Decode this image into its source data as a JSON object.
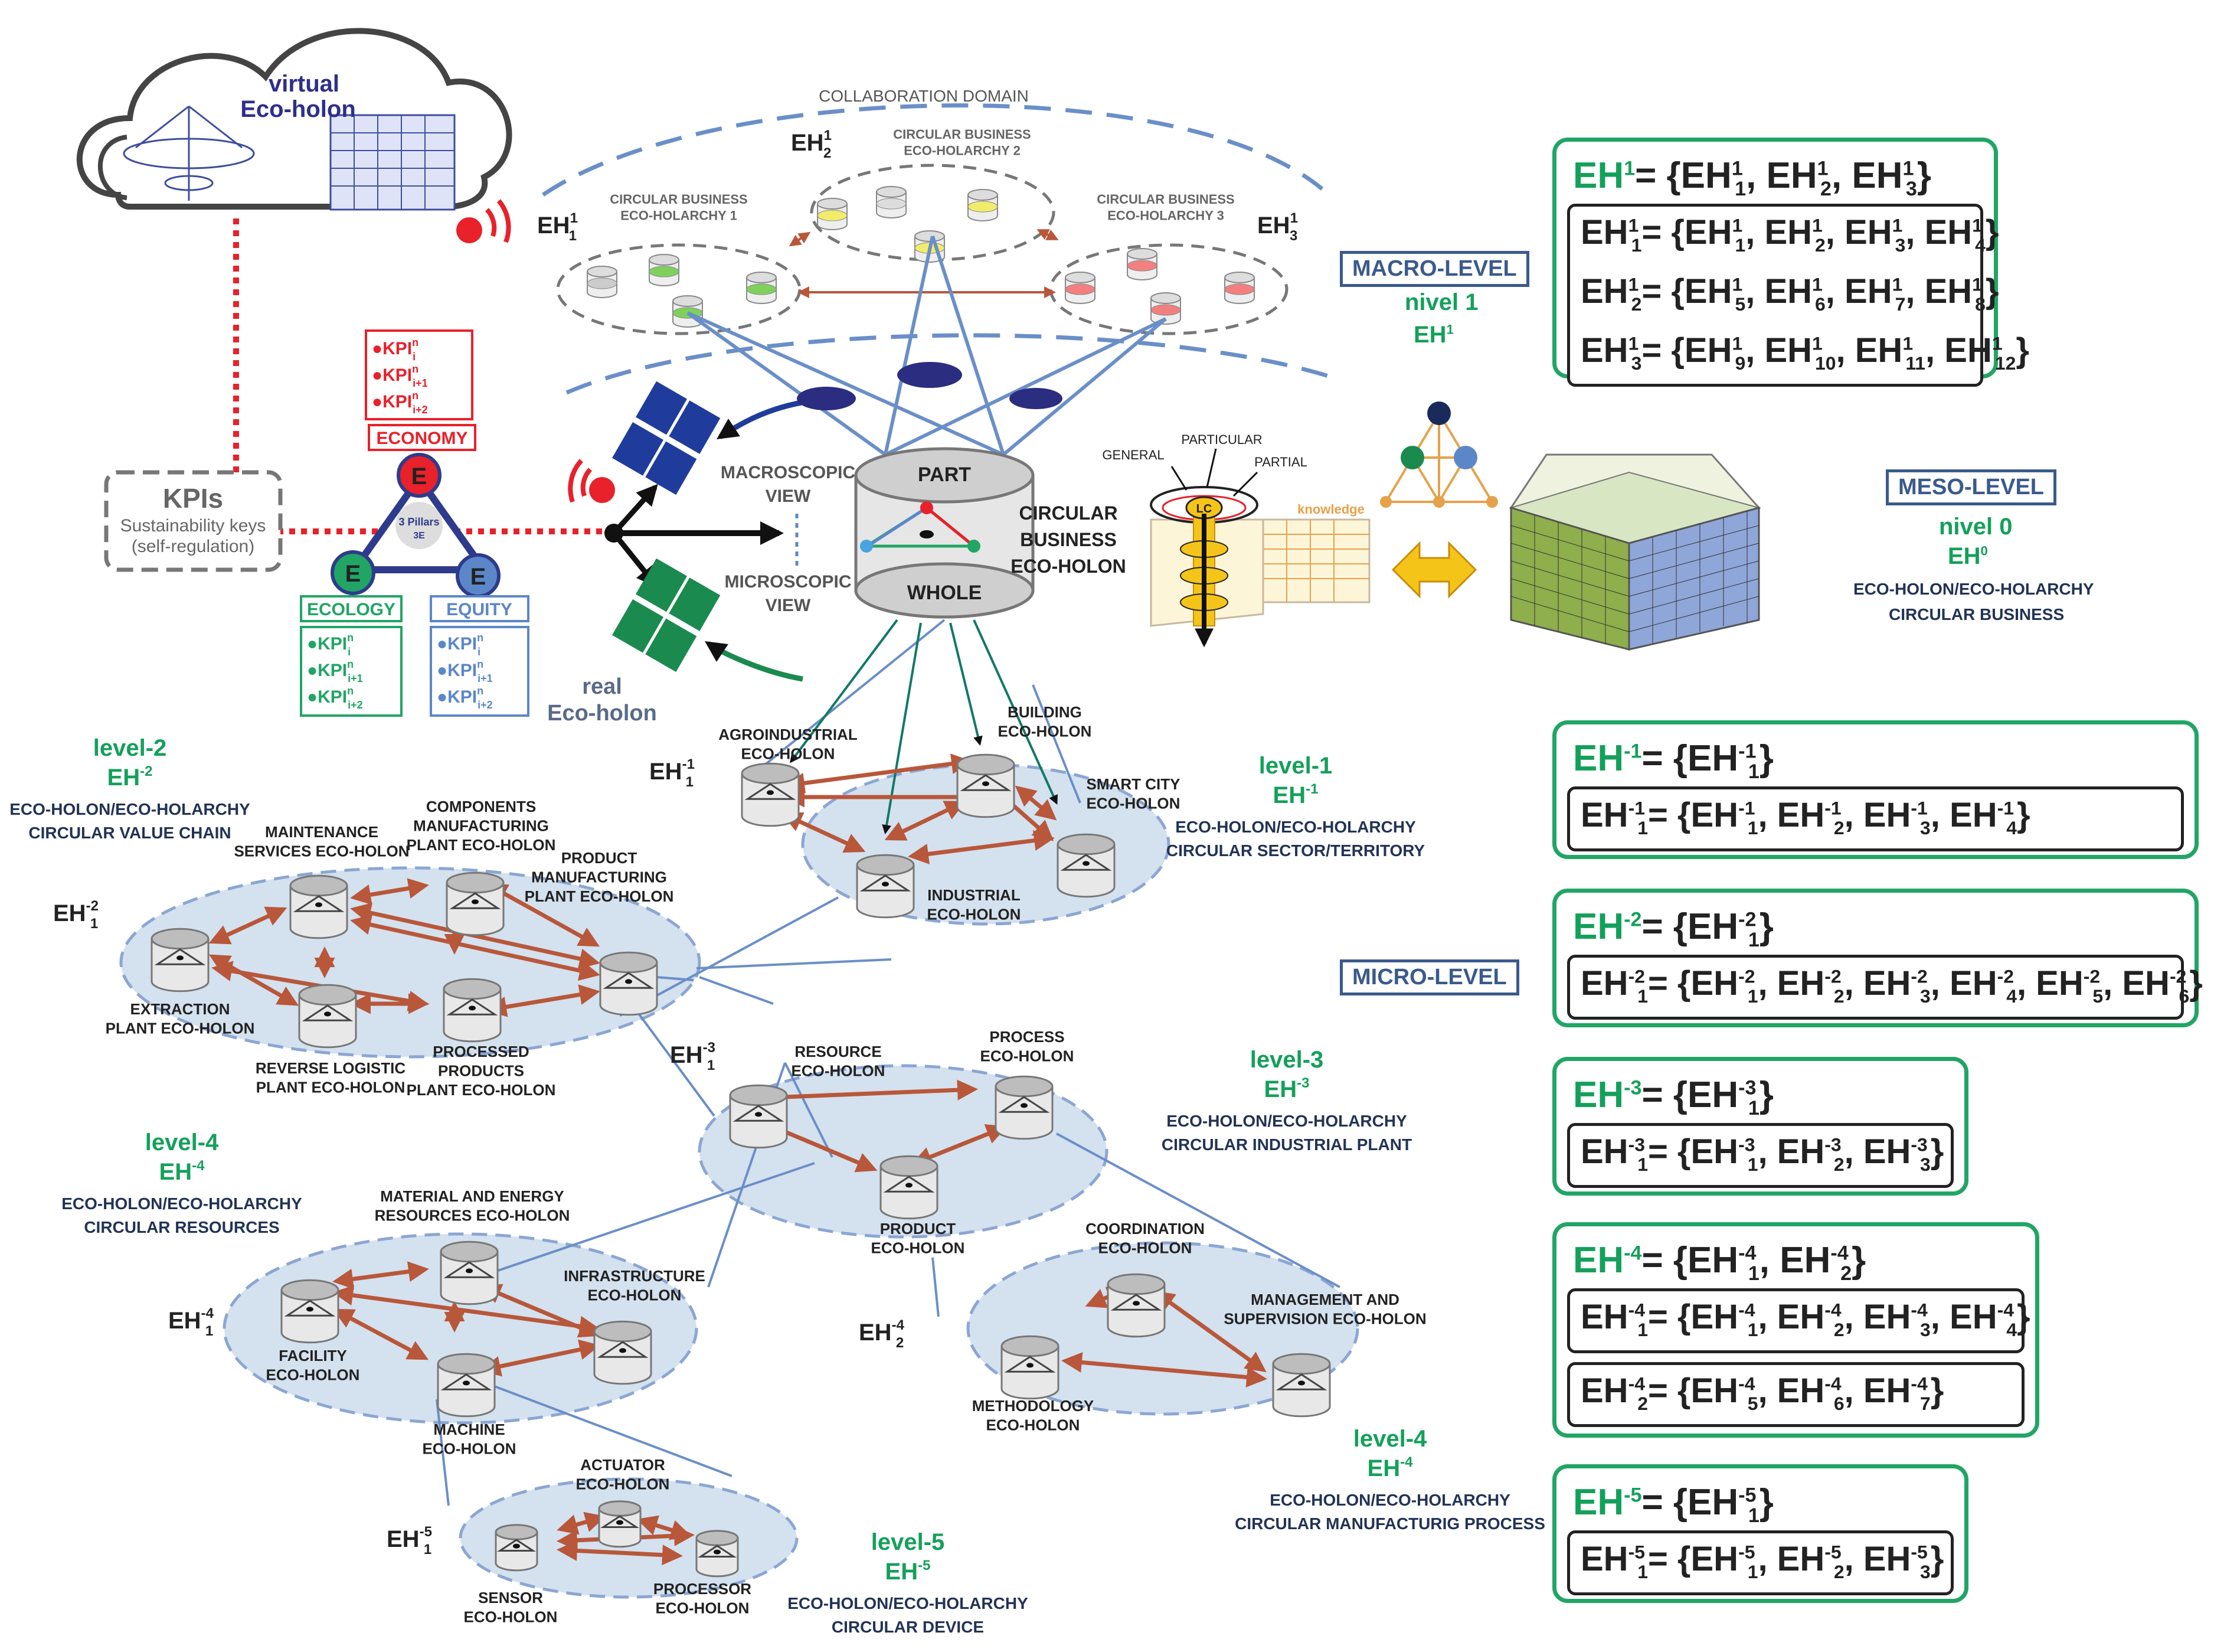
{
  "cloud": {
    "label_top": "virtual",
    "label_bottom": "Eco-holon"
  },
  "kpis": {
    "title": "KPIs",
    "line1": "Sustainability keys",
    "line2": "(self-regulation)"
  },
  "pillars": {
    "center_line1": "3 Pillars",
    "center_line2": "3E",
    "node_letter": "E",
    "economy": "ECONOMY",
    "ecology": "ECOLOGY",
    "equity": "EQUITY",
    "kpi_base": "KPI",
    "kpi_sup": "n",
    "kpi_subs": [
      "i",
      "i+1",
      "i+2"
    ]
  },
  "view": {
    "macroscopic": [
      "MACROSCOPIC",
      "VIEW"
    ],
    "microscopic": [
      "MICROSCOPIC",
      "VIEW"
    ],
    "part": "PART",
    "whole": "WHOLE",
    "circular": [
      "CIRCULAR",
      "BUSINESS",
      "ECO-HOLON"
    ],
    "real": [
      "real",
      "Eco-holon"
    ]
  },
  "collaboration_domain": "COLLABORATION DOMAIN",
  "holarchies": [
    {
      "label": [
        "CIRCULAR BUSINESS",
        "ECO-HOLARCHY 1"
      ],
      "eh_sub": "1"
    },
    {
      "label": [
        "CIRCULAR BUSINESS",
        "ECO-HOLARCHY 2"
      ],
      "eh_sub": "2"
    },
    {
      "label": [
        "CIRCULAR BUSINESS",
        "ECO-HOLARCHY 3"
      ],
      "eh_sub": "3"
    }
  ],
  "lc": {
    "general": "GENERAL",
    "particular": "PARTICULAR",
    "partial": "PARTIAL",
    "lc": "LC",
    "knowledge": "knowledge"
  },
  "levels": {
    "macro": {
      "box": "MACRO-LEVEL",
      "nivel": "nivel 1",
      "eh": "EH",
      "sup": "1"
    },
    "meso": {
      "box": "MESO-LEVEL",
      "nivel": "nivel 0",
      "eh": "EH",
      "sup": "0",
      "line1": "ECO-HOLON/ECO-HOLARCHY",
      "line2": "CIRCULAR BUSINESS"
    },
    "micro": {
      "box": "MICRO-LEVEL"
    }
  },
  "level_labels": [
    {
      "level": "level-1",
      "eh": "EH",
      "sup": "-1",
      "line1": "ECO-HOLON/ECO-HOLARCHY",
      "line2": "CIRCULAR SECTOR/TERRITORY"
    },
    {
      "level": "level-2",
      "eh": "EH",
      "sup": "-2",
      "line1": "ECO-HOLON/ECO-HOLARCHY",
      "line2": "CIRCULAR VALUE CHAIN"
    },
    {
      "level": "level-3",
      "eh": "EH",
      "sup": "-3",
      "line1": "ECO-HOLON/ECO-HOLARCHY",
      "line2": "CIRCULAR INDUSTRIAL PLANT"
    },
    {
      "level": "level-4",
      "eh": "EH",
      "sup": "-4",
      "line1": "ECO-HOLON/ECO-HOLARCHY",
      "line2": "CIRCULAR RESOURCES"
    },
    {
      "level": "level-4",
      "eh": "EH",
      "sup": "-4",
      "line1": "ECO-HOLON/ECO-HOLARCHY",
      "line2": "CIRCULAR MANUFACTURIG PROCESS"
    },
    {
      "level": "level-5",
      "eh": "EH",
      "sup": "-5",
      "line1": "ECO-HOLON/ECO-HOLARCHY",
      "line2": "CIRCULAR DEVICE"
    }
  ],
  "holons": {
    "level1": [
      [
        "AGROINDUSTRIAL",
        "ECO-HOLON"
      ],
      [
        "BUILDING",
        "ECO-HOLON"
      ],
      [
        "SMART CITY",
        "ECO-HOLON"
      ],
      [
        "INDUSTRIAL",
        "ECO-HOLON"
      ]
    ],
    "level2": [
      [
        "MAINTENANCE",
        "SERVICES ECO-HOLON"
      ],
      [
        "COMPONENTS",
        "MANUFACTURING",
        "PLANT ECO-HOLON"
      ],
      [
        "PRODUCT",
        "MANUFACTURING",
        "PLANT ECO-HOLON"
      ],
      [
        "EXTRACTION",
        "PLANT ECO-HOLON"
      ],
      [
        "REVERSE LOGISTIC",
        "PLANT ECO-HOLON"
      ],
      [
        "PROCESSED",
        "PRODUCTS",
        "PLANT ECO-HOLON"
      ]
    ],
    "level3": [
      [
        "RESOURCE",
        "ECO-HOLON"
      ],
      [
        "PROCESS",
        "ECO-HOLON"
      ],
      [
        "PRODUCT",
        "ECO-HOLON"
      ]
    ],
    "level4a": [
      [
        "MATERIAL AND ENERGY",
        "RESOURCES ECO-HOLON"
      ],
      [
        "INFRASTRUCTURE",
        "ECO-HOLON"
      ],
      [
        "FACILITY",
        "ECO-HOLON"
      ],
      [
        "MACHINE",
        "ECO-HOLON"
      ]
    ],
    "level4b": [
      [
        "COORDINATION",
        "ECO-HOLON"
      ],
      [
        "MANAGEMENT AND",
        "SUPERVISION ECO-HOLON"
      ],
      [
        "METHODOLOGY",
        "ECO-HOLON"
      ]
    ],
    "level5": [
      [
        "ACTUATOR",
        "ECO-HOLON"
      ],
      [
        "SENSOR",
        "ECO-HOLON"
      ],
      [
        "PROCESSOR",
        "ECO-HOLON"
      ]
    ]
  },
  "eh_tags": [
    {
      "id": "EH",
      "sup": "1",
      "sub": "1"
    },
    {
      "id": "EH",
      "sup": "1",
      "sub": "2"
    },
    {
      "id": "EH",
      "sup": "1",
      "sub": "3"
    },
    {
      "id": "EH",
      "sup": "-1",
      "sub": "1"
    },
    {
      "id": "EH",
      "sup": "-2",
      "sub": "1"
    },
    {
      "id": "EH",
      "sup": "-3",
      "sub": "1"
    },
    {
      "id": "EH",
      "sup": "-4",
      "sub": "1"
    },
    {
      "id": "EH",
      "sup": "-4",
      "sub": "2"
    },
    {
      "id": "EH",
      "sup": "-5",
      "sub": "1"
    }
  ],
  "equations": {
    "eh1": {
      "head_sup": "1",
      "head_set": [
        [
          "1",
          "1"
        ],
        [
          "1",
          "2"
        ],
        [
          "1",
          "3"
        ]
      ],
      "rows": [
        {
          "sub": "1",
          "set": [
            [
              "1",
              "1"
            ],
            [
              "1",
              "2"
            ],
            [
              "1",
              "3"
            ],
            [
              "1",
              "4"
            ]
          ]
        },
        {
          "sub": "2",
          "set": [
            [
              "1",
              "5"
            ],
            [
              "1",
              "6"
            ],
            [
              "1",
              "7"
            ],
            [
              "1",
              "8"
            ]
          ]
        },
        {
          "sub": "3",
          "set": [
            [
              "1",
              "9"
            ],
            [
              "1",
              "10"
            ],
            [
              "1",
              "11"
            ],
            [
              "1",
              "12"
            ]
          ]
        }
      ]
    },
    "ehm1": {
      "head_sup": "-1",
      "head_set": [
        [
          "-1",
          "1"
        ]
      ],
      "rows": [
        {
          "sub": "1",
          "set": [
            [
              "-1",
              "1"
            ],
            [
              "-1",
              "2"
            ],
            [
              "-1",
              "3"
            ],
            [
              "-1",
              "4"
            ]
          ]
        }
      ]
    },
    "ehm2": {
      "head_sup": "-2",
      "head_set": [
        [
          "-2",
          "1"
        ]
      ],
      "rows": [
        {
          "sub": "1",
          "set": [
            [
              "-2",
              "1"
            ],
            [
              "-2",
              "2"
            ],
            [
              "-2",
              "3"
            ],
            [
              "-2",
              "4"
            ],
            [
              "-2",
              "5"
            ],
            [
              "-2",
              "6"
            ]
          ]
        }
      ]
    },
    "ehm3": {
      "head_sup": "-3",
      "head_set": [
        [
          "-3",
          "1"
        ]
      ],
      "rows": [
        {
          "sub": "1",
          "set": [
            [
              "-3",
              "1"
            ],
            [
              "-3",
              "2"
            ],
            [
              "-3",
              "3"
            ]
          ]
        }
      ]
    },
    "ehm4": {
      "head_sup": "-4",
      "head_set": [
        [
          "-4",
          "1"
        ],
        [
          "-4",
          "2"
        ]
      ],
      "rows": [
        {
          "sub": "1",
          "set": [
            [
              "-4",
              "1"
            ],
            [
              "-4",
              "2"
            ],
            [
              "-4",
              "3"
            ],
            [
              "-4",
              "4"
            ]
          ]
        },
        {
          "sub": "2",
          "set": [
            [
              "-4",
              "5"
            ],
            [
              "-4",
              "6"
            ],
            [
              "-4",
              "7"
            ]
          ]
        }
      ]
    },
    "ehm5": {
      "head_sup": "-5",
      "head_set": [
        [
          "-5",
          "1"
        ]
      ],
      "rows": [
        {
          "sub": "1",
          "set": [
            [
              "-5",
              "1"
            ],
            [
              "-5",
              "2"
            ],
            [
              "-5",
              "3"
            ]
          ]
        }
      ]
    }
  },
  "colors": {
    "green": "#14a05a",
    "navy": "#223355",
    "blue": "#3a5a8c",
    "arrow": "#b8573a",
    "line": "#6a8fc8",
    "economy": "#e8212a",
    "ecology": "#21a565",
    "equity": "#5b87c8"
  }
}
